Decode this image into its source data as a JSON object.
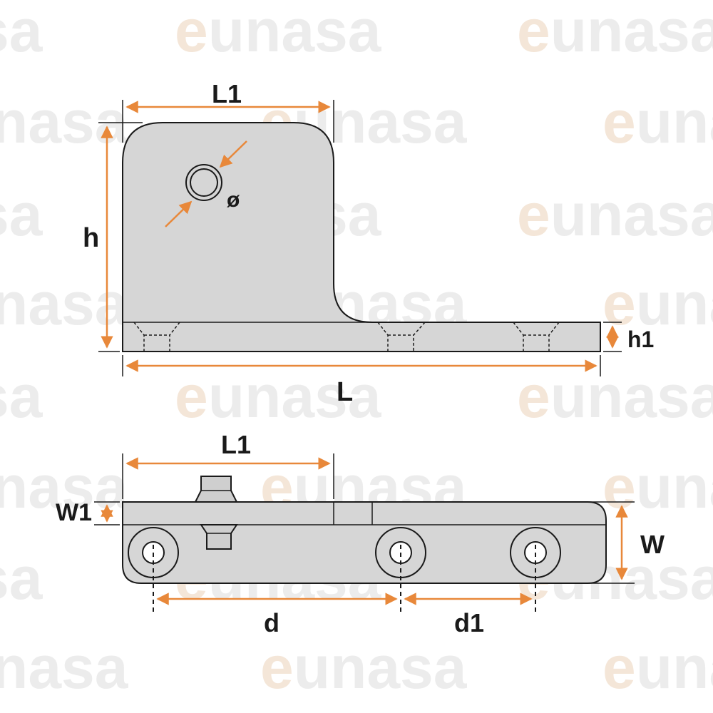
{
  "watermark": {
    "text": "eunasa",
    "accent_color": "#f4e6d8",
    "text_color": "#ececec"
  },
  "colors": {
    "dimension": "#e8883a",
    "part_fill": "#d6d6d6",
    "outline": "#1a1a1a"
  },
  "top_view": {
    "label_L1": "L1",
    "label_h": "h",
    "label_diameter": "ø",
    "label_h1": "h1",
    "label_L": "L"
  },
  "bottom_view": {
    "label_L1": "L1",
    "label_W1": "W1",
    "label_W": "W",
    "label_d": "d",
    "label_d1": "d1"
  }
}
